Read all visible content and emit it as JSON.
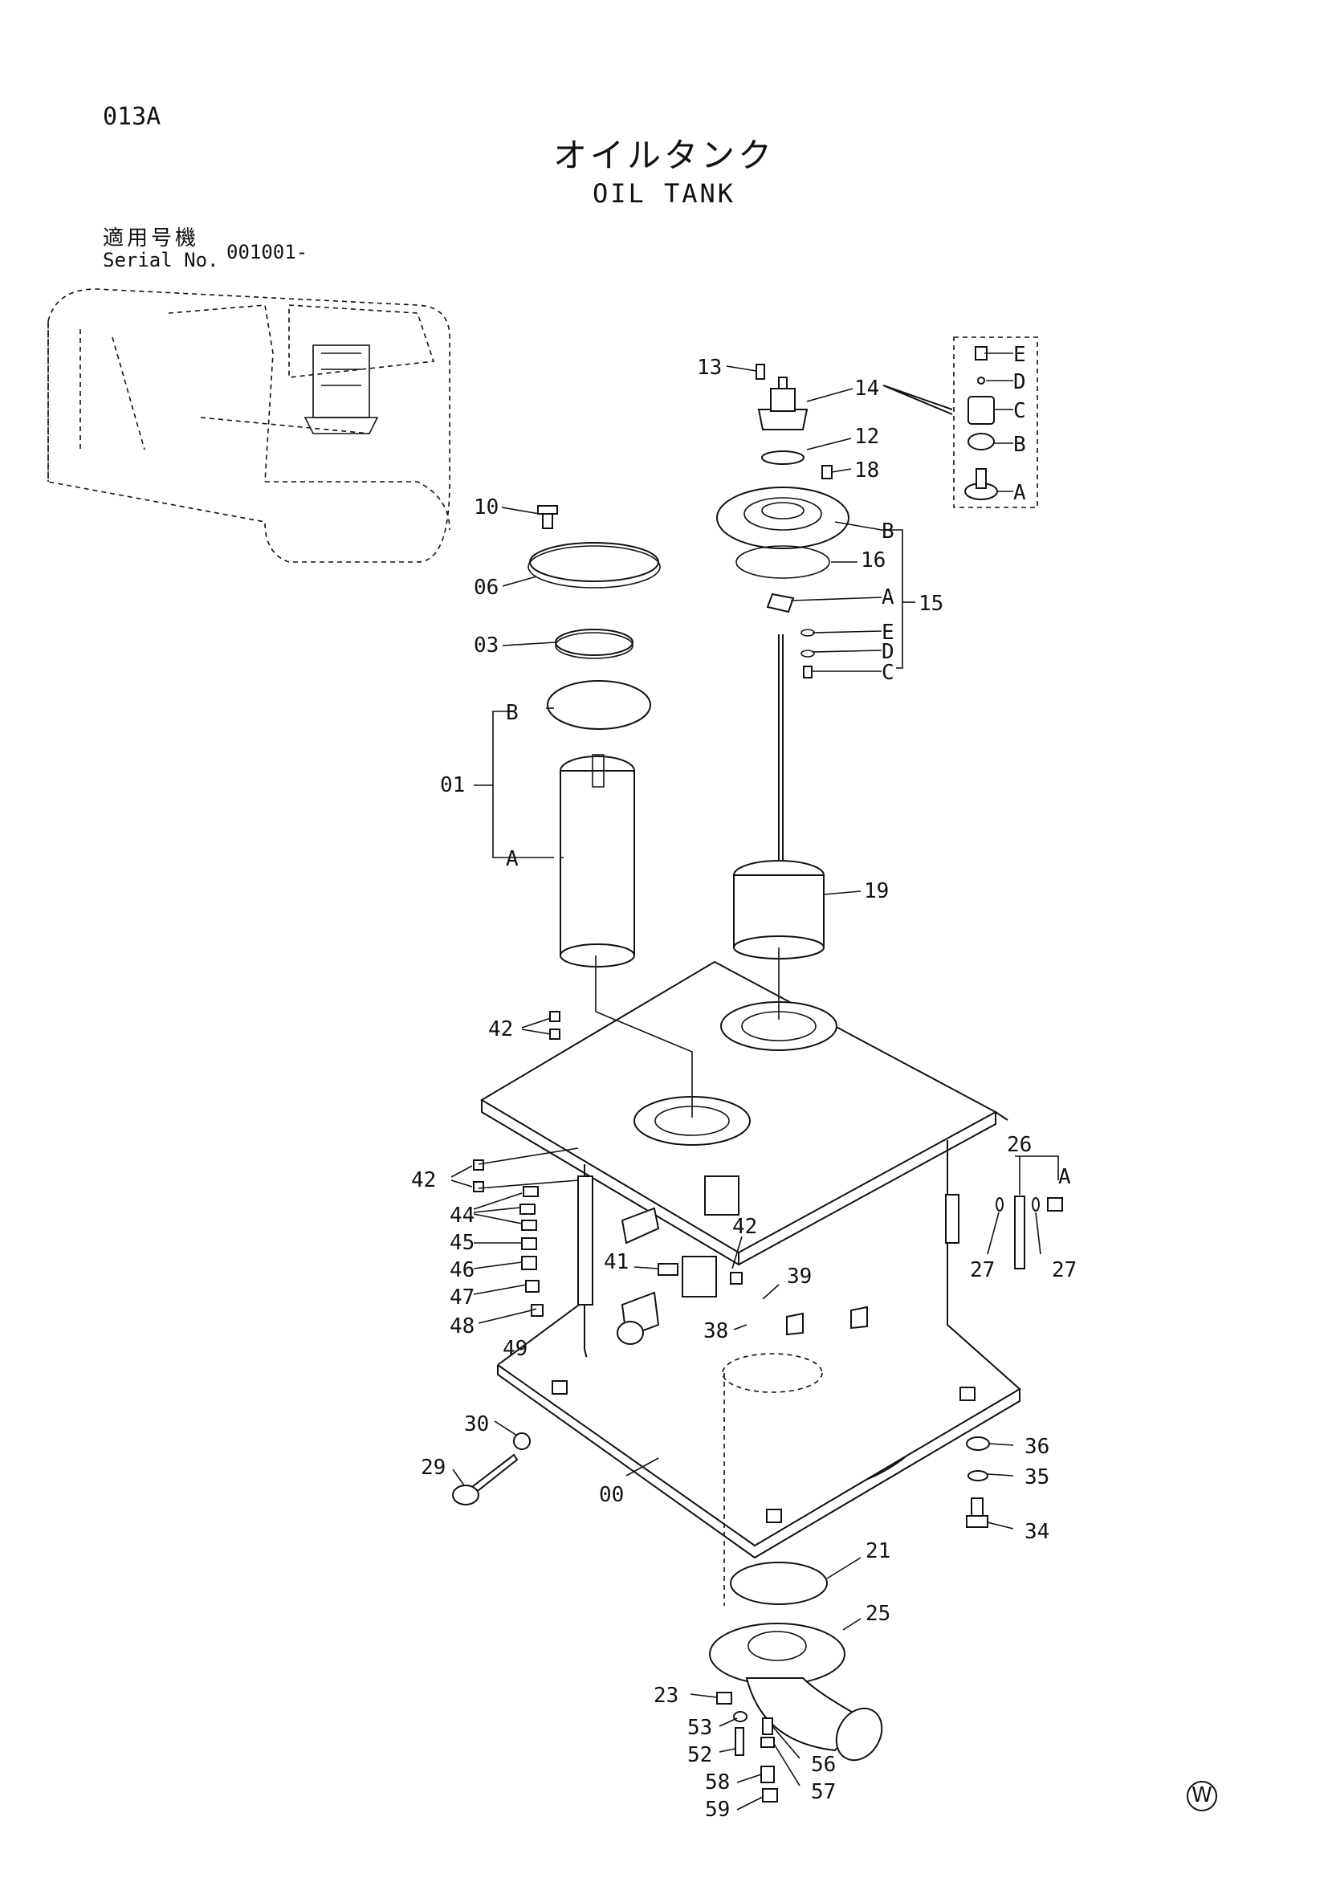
{
  "header": {
    "page_code": "013A",
    "title_jp": "オイルタンク",
    "title_en": "OIL TANK",
    "serial_label_jp": "適用号機",
    "serial_label_en": "Serial No.",
    "serial_value": "001001-"
  },
  "footer_mark": "W",
  "callouts": {
    "c13": "13",
    "c14": "14",
    "c12": "12",
    "c18": "18",
    "c10": "10",
    "c06": "06",
    "c03": "03",
    "c01": "01",
    "c16": "16",
    "c15": "15",
    "c19": "19",
    "c42a": "42",
    "c42b": "42",
    "c42c": "42",
    "c44": "44",
    "c45": "45",
    "c46": "46",
    "c47": "47",
    "c48": "48",
    "c49": "49",
    "c41": "41",
    "c39": "39",
    "c38": "38",
    "c26": "26",
    "c27a": "27",
    "c27b": "27",
    "c30": "30",
    "c29": "29",
    "c00": "00",
    "c36": "36",
    "c35": "35",
    "c34": "34",
    "c21": "21",
    "c25": "25",
    "c23": "23",
    "c53": "53",
    "c52": "52",
    "c56": "56",
    "c57": "57",
    "c58": "58",
    "c59": "59"
  },
  "sub_letters": {
    "filter_b": "B",
    "filter_a": "A",
    "cap_a": "A",
    "cap_b": "B",
    "cap_c": "C",
    "cap_d": "D",
    "cap_e": "E",
    "gauge_b": "B",
    "gauge_a": "A",
    "gauge_e": "E",
    "gauge_d": "D",
    "gauge_c": "C",
    "bracket_a": "A"
  }
}
